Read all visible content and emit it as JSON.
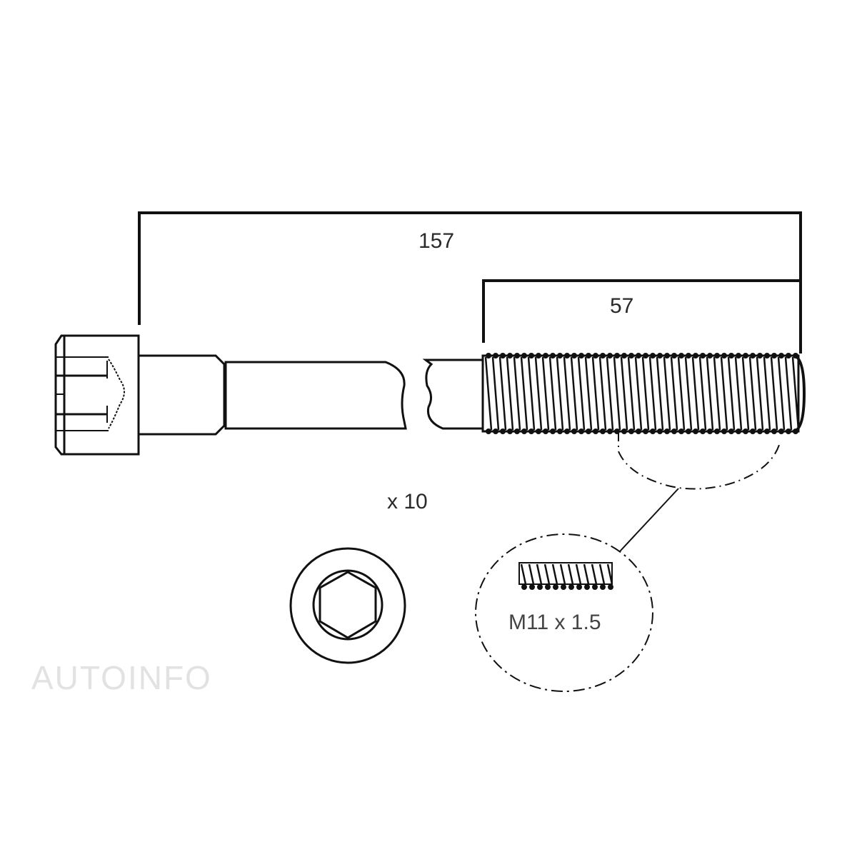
{
  "diagram": {
    "type": "bolt-technical-drawing",
    "dimensions": {
      "overall_length": "157",
      "thread_length": "57"
    },
    "quantity": "x 10",
    "thread_spec": "M11 x 1.5",
    "head_type": "socket head cap screw (hex socket)",
    "colors": {
      "line": "#111111",
      "text": "#2a2a2a",
      "watermark": "#e2e2e2",
      "background": "#ffffff"
    }
  },
  "watermark": {
    "text": "AUTOINFO"
  }
}
